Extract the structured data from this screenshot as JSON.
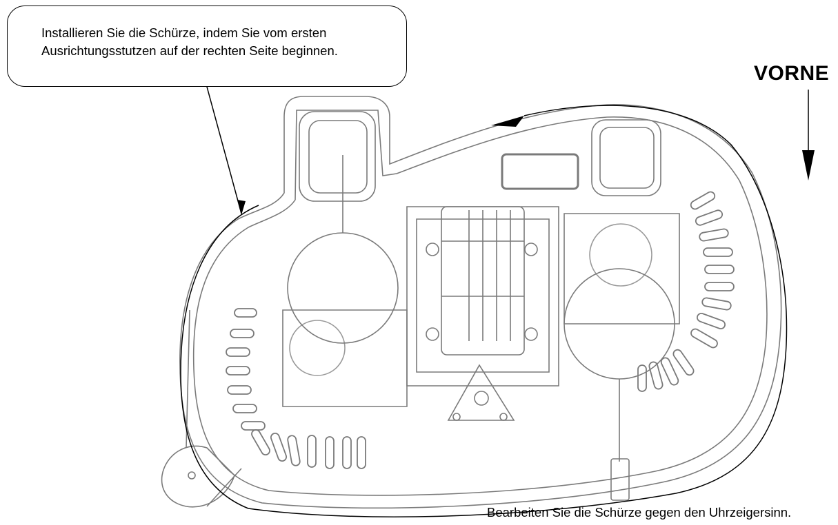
{
  "callout": {
    "line1": "Installieren Sie die Schürze, indem Sie vom ersten",
    "line2": "Ausrichtungsstutzen auf der rechten Seite beginnen."
  },
  "front_label": "VORNE",
  "bottom_note": "Bearbeiten Sie die Schürze gegen den Uhrzeigersinn.",
  "colors": {
    "line": "#000000",
    "part": "#7a7a7a",
    "part_light": "#9a9a9a"
  }
}
